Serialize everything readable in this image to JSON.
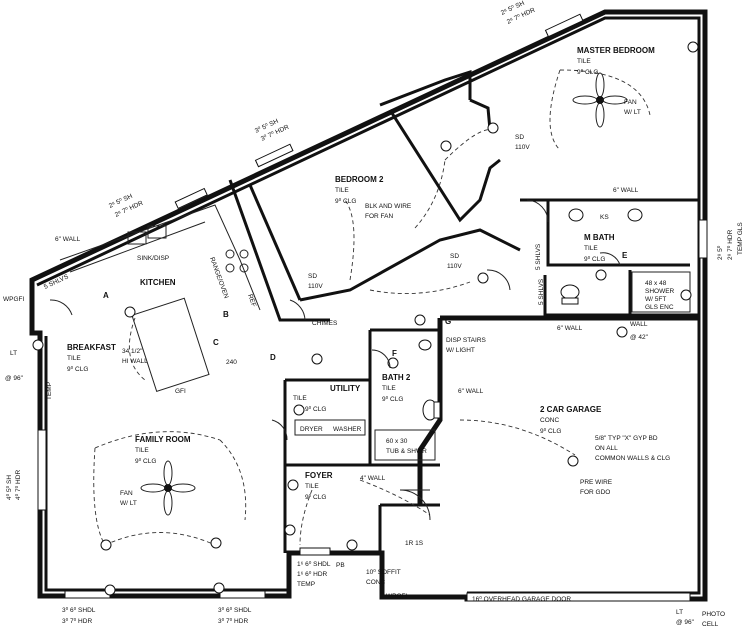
{
  "rooms": {
    "master_bedroom": {
      "name": "MASTER BEDROOM",
      "floor": "TILE",
      "ceiling": "9⁰ CLG"
    },
    "bedroom2": {
      "name": "BEDROOM 2",
      "floor": "TILE",
      "ceiling": "9⁰ CLG"
    },
    "kitchen": {
      "name": "KITCHEN"
    },
    "breakfast": {
      "name": "BREAKFAST",
      "floor": "TILE",
      "ceiling": "9⁰ CLG"
    },
    "family_room": {
      "name": "FAMILY ROOM",
      "floor": "TILE",
      "ceiling": "9⁰ CLG"
    },
    "utility": {
      "name": "UTILITY",
      "floor": "TILE",
      "ceiling": "9⁰ CLG"
    },
    "bath2": {
      "name": "BATH 2",
      "floor": "TILE",
      "ceiling": "9⁰ CLG"
    },
    "m_bath": {
      "name": "M BATH",
      "floor": "TILE",
      "ceiling": "9⁰ CLG"
    },
    "foyer": {
      "name": "FOYER",
      "floor": "TILE",
      "ceiling": "9⁰ CLG"
    },
    "garage": {
      "name": "2 CAR GARAGE",
      "floor": "CONC",
      "ceiling": "9⁰ CLG"
    }
  },
  "labels": {
    "fan_mbr": "FAN",
    "fan_mbr2": "W/ LT",
    "fan_fr": "FAN",
    "fan_fr2": "W/ LT",
    "blk_wire": "BLK AND WIRE",
    "for_fan": "FOR FAN",
    "hi_wall_1": "34 1/2\"",
    "hi_wall_2": "HI WALL",
    "six_wall_top": "6\" WALL",
    "six_wall_mb": "6\" WALL",
    "six_wall_bath": "6\" WALL",
    "six_wall_gar": "6\" WALL",
    "four_wall": "4\" WALL",
    "sd1": "SD",
    "sd1b": "110V",
    "sd2": "SD",
    "sd2b": "110V",
    "sd3": "SD",
    "sd3b": "110V",
    "chimes": "CHIMES",
    "five_shlvs_k": "5 SHLVS",
    "five_shlvs_b": "5 SHLVS",
    "five_shlvs_m": "5 SHLVS",
    "ks": "KS",
    "shower_1": "48 x 48",
    "shower_2": "SHOWER",
    "shower_3": "W/ 5FT",
    "shower_4": "GLS ENC",
    "wall_42_1": "WALL",
    "wall_42_2": "@ 42\"",
    "disp_1": "DISP STAIRS",
    "disp_2": "W/ LIGHT",
    "tub_1": "60 x 30",
    "tub_2": "TUB & SHWR",
    "dryer": "DRYER",
    "washer": "WASHER",
    "gyp_1": "5/8\" TYP \"X\" GYP BD",
    "gyp_2": "ON ALL",
    "gyp_3": "COMMON WALLS & CLG",
    "gdo_1": "PRE WIRE",
    "gdo_2": "FOR GDO",
    "soffit_1": "10⁰ SOFFIT",
    "soffit_2": "CONC",
    "garage_door": "16⁰ OVERHEAD GARAGE DOOR",
    "one_r_one_s": "1R 1S",
    "photo_1": "LT",
    "photo_2": "PHOTO",
    "photo_3": "CELL",
    "photo_4": "@ 96\"",
    "lt_96_a": "LT",
    "lt_96_b": "@ 96\"",
    "temp_left": "TEMP",
    "temp_right": "TEMP GLS",
    "wpgfi_left": "WPGFI",
    "wpgfi_bottom": "WPGFI",
    "range": "RANGE/OVEN",
    "ref": "REF",
    "sink": "SINK/DISP",
    "tag_a": "A",
    "tag_b": "B",
    "tag_c": "C",
    "tag_d": "D",
    "tag_e": "E",
    "tag_f": "F",
    "tag_g": "G"
  },
  "windows": {
    "top_mbr": [
      "2⁸ 5⁰ SH",
      "2⁸ 7⁰ HDR"
    ],
    "top_bd2": [
      "3⁰ 5⁰ SH",
      "3⁰ 7⁰ HDR"
    ],
    "top_kitchen": [
      "2⁸ 5⁰ SH",
      "2⁸ 7⁰ HDR"
    ],
    "right_mbath": [
      "2⁸ 5⁰",
      "2⁸ 7⁰ HDR"
    ],
    "left_fr": [
      "4⁰ 5⁰ SH",
      "4⁰ 7⁰ HDR"
    ],
    "bottom_fr1": [
      "3⁰ 6⁰ SHDL",
      "3⁰ 7⁰ HDR"
    ],
    "bottom_fr2": [
      "3⁰ 6⁰ SHDL",
      "3⁰ 7⁰ HDR"
    ],
    "bottom_foyer": [
      "1⁶ 6⁰ SHDL",
      "1⁶ 6⁰ HDR",
      "TEMP"
    ]
  },
  "legend_marks": {
    "pb": "PB",
    "gfi": "GFI",
    "outlet": "240"
  }
}
